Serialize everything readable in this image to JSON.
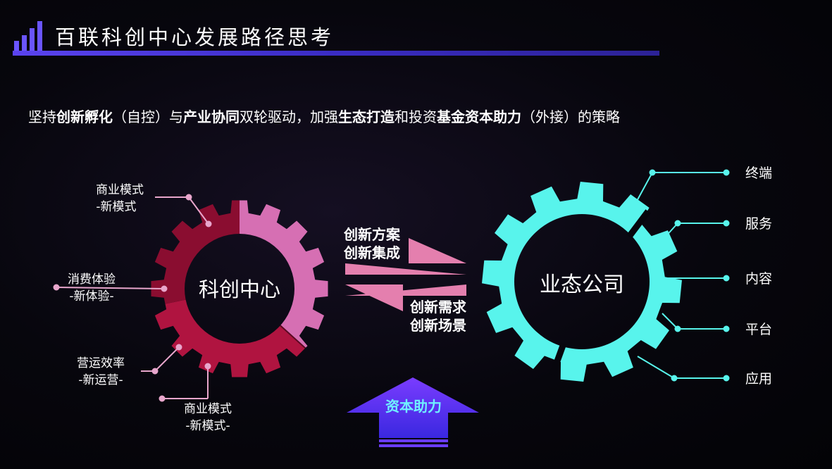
{
  "header": {
    "title": "百联科创中心发展路径思考"
  },
  "subtitle": {
    "p1": "坚持",
    "b1": "创新孵化",
    "p2": "（自控）与",
    "b2": "产业协同",
    "p3": "双轮驱动，加强",
    "b3": "生态打造",
    "p4": "和投资",
    "b4": "基金资本助力",
    "p5": "（外接）的策略"
  },
  "left_gear": {
    "center_label": "科创中心",
    "labels": [
      {
        "line1": "商业模式",
        "line2": "-新模式"
      },
      {
        "line1": "消费体验",
        "line2": "-新体验-"
      },
      {
        "line1": "营运效率",
        "line2": "-新运营-"
      },
      {
        "line1": "商业模式",
        "line2": "-新模式-"
      }
    ]
  },
  "right_gear": {
    "center_label": "业态公司",
    "labels": [
      "终端",
      "服务",
      "内容",
      "平台",
      "应用"
    ]
  },
  "arrows": {
    "top": {
      "line1": "创新方案",
      "line2": "创新集成"
    },
    "bottom": {
      "line1": "创新需求",
      "line2": "创新场景"
    },
    "capital": "资本助力"
  },
  "colors": {
    "accent_title": "#5a43f0",
    "left_gear_pink": "#d66fb3",
    "left_gear_dark": "#8a0d30",
    "left_gear_red": "#b01440",
    "right_gear_cyan": "#58f4ec",
    "arrow_pink": "#e47fae",
    "capital_blue": "#5a32f0"
  }
}
